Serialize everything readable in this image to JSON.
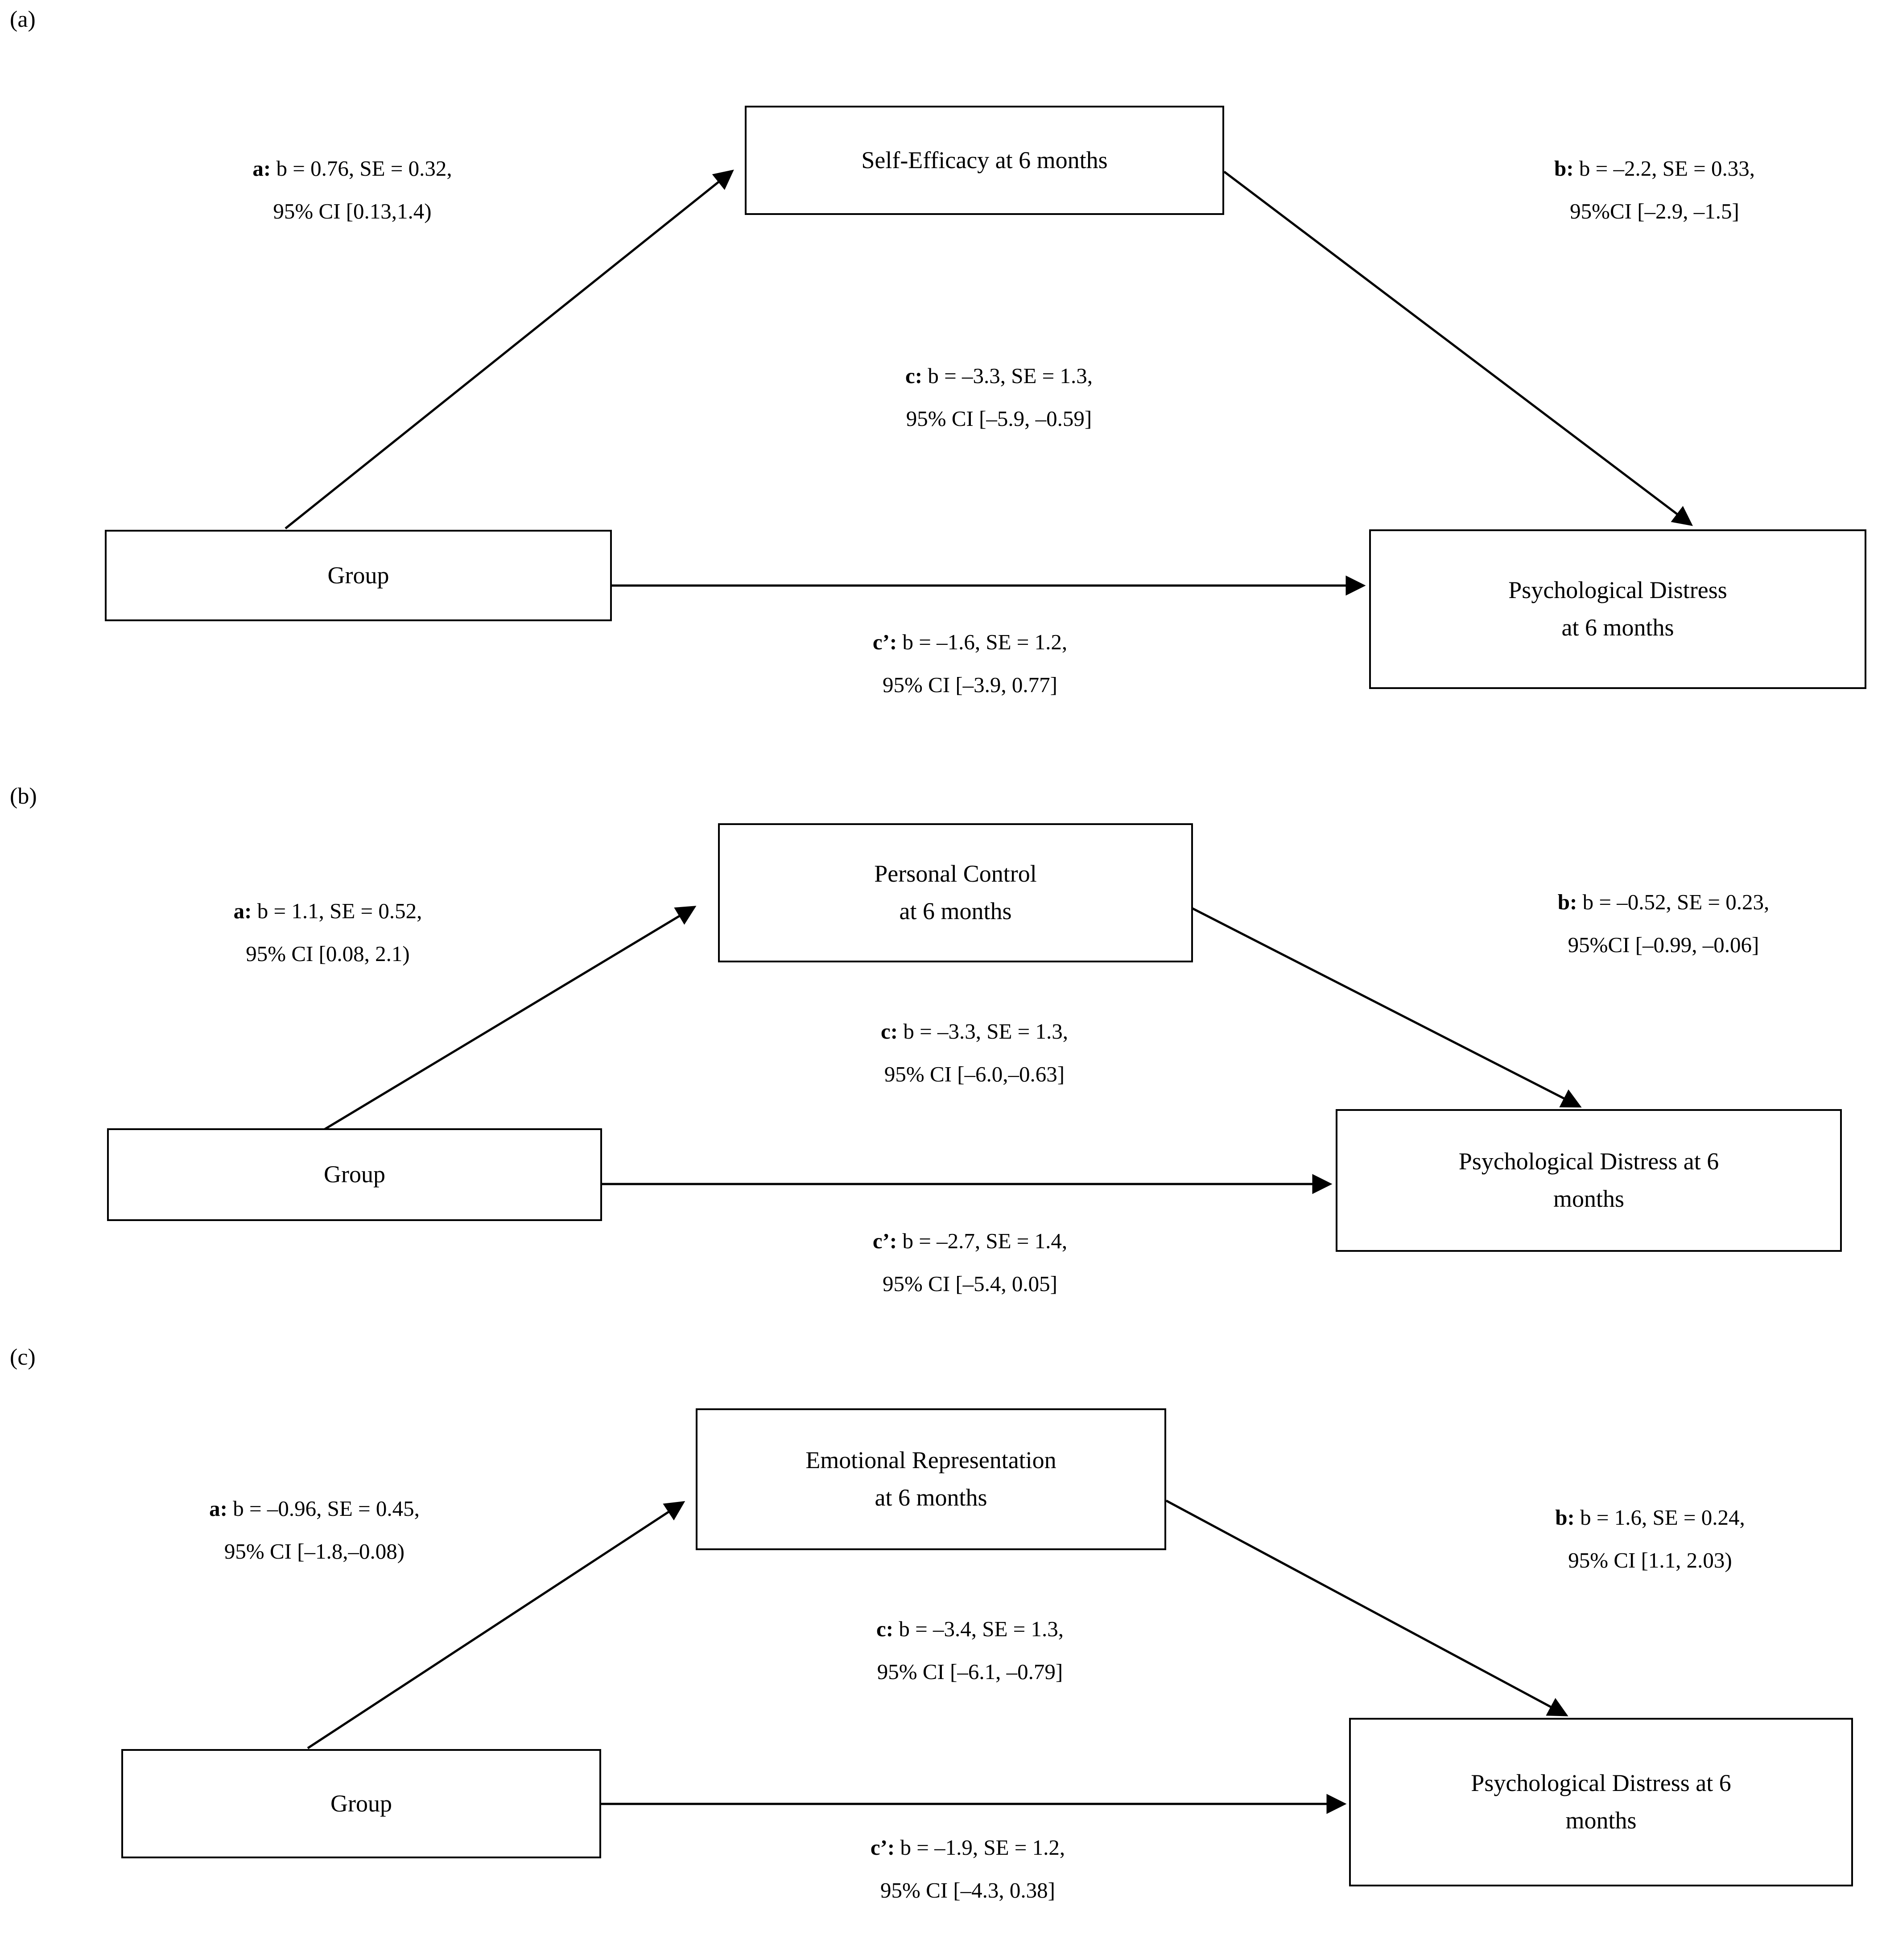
{
  "figure": {
    "type": "mediation-path-diagram",
    "panels": [
      {
        "label": "(a)",
        "mediator": "Self-Efficacy at 6 months",
        "predictor": "Group",
        "outcome_line1": "Psychological Distress",
        "outcome_line2": "at 6 months",
        "paths": {
          "a_line1": "a: b = 0.76, SE = 0.32,",
          "a_line2": "95% CI [0.13,1.4)",
          "b_line1": "b: b = –2.2, SE = 0.33,",
          "b_line2": "95%CI [–2.9, –1.5]",
          "c_line1": "c: b = –3.3, SE = 1.3,",
          "c_line2": "95% CI [–5.9, –0.59]",
          "cprime_line1": "c’: b = –1.6, SE = 1.2,",
          "cprime_line2": "95% CI [–3.9, 0.77]"
        }
      },
      {
        "label": "(b)",
        "mediator_line1": "Personal Control",
        "mediator_line2": "at 6 months",
        "predictor": "Group",
        "outcome_line1": "Psychological Distress at 6",
        "outcome_line2": "months",
        "paths": {
          "a_line1": "a: b = 1.1, SE = 0.52,",
          "a_line2": "95% CI [0.08, 2.1)",
          "b_line1": "b: b = –0.52, SE = 0.23,",
          "b_line2": "95%CI [–0.99, –0.06]",
          "c_line1": "c: b = –3.3, SE = 1.3,",
          "c_line2": "95% CI [–6.0,–0.63]",
          "cprime_line1": "c’: b = –2.7, SE = 1.4,",
          "cprime_line2": "95% CI [–5.4, 0.05]"
        }
      },
      {
        "label": "(c)",
        "mediator_line1": "Emotional Representation",
        "mediator_line2": "at 6 months",
        "predictor": "Group",
        "outcome_line1": "Psychological Distress at 6",
        "outcome_line2": "months",
        "paths": {
          "a_line1": "a: b = –0.96, SE = 0.45,",
          "a_line2": "95% CI [–1.8,–0.08)",
          "b_line1": "b: b = 1.6, SE = 0.24,",
          "b_line2": "95% CI [1.1, 2.03)",
          "c_line1": "c: b = –3.4, SE = 1.3,",
          "c_line2": "95% CI [–6.1, –0.79]",
          "cprime_line1": "c’: b = –1.9, SE = 1.2,",
          "cprime_line2": "95% CI [–4.3, 0.38]"
        }
      }
    ]
  }
}
